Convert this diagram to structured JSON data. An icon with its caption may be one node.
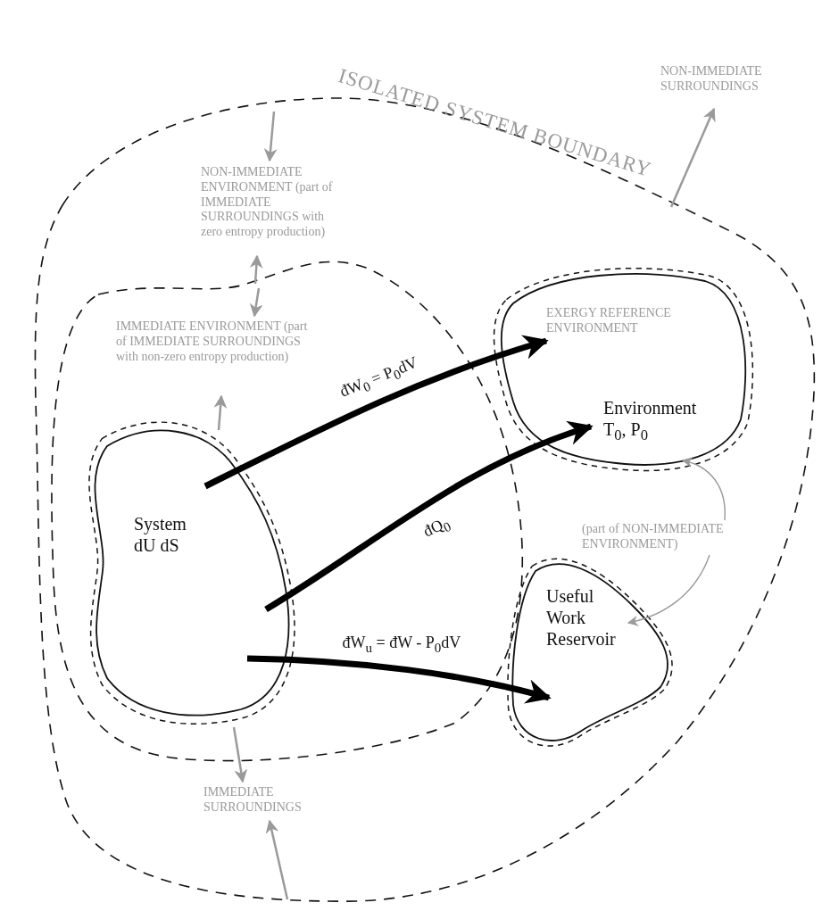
{
  "diagram": {
    "nodes": [
      {
        "text": [
          "ISOLATED SYSTEM BOUNDARY"
        ]
      },
      {
        "text": [
          "NON-IMMEDIATE SURROUNDINGS"
        ]
      },
      {
        "text": [
          "NON-IMMEDIATE ENVIRONMENT (part of IMMEDIATE SURROUNDINGS with zero entropy production)"
        ],
        "in": 0
      },
      {
        "text": [],
        "shape": "cloud",
        "in": 0
      },
      {
        "text": [
          "IMMEDIATE ENVIRONMENT (part of IMMEDIATE SURROUNDINGS with non-zero entropy production)"
        ],
        "in": 3
      },
      {
        "text": [
          "EXERGY REFERENCE ENVIRONMENT",
          "Environment T$_{0}$, P$_{0}$"
        ],
        "in": 0
      },
      {
        "text": [
          "System dU dS"
        ],
        "in": 3
      },
      {
        "text": [
          "(part of NON-IMMEDIATE ENVIRONMENT)"
        ],
        "in": 0
      },
      {
        "text": [
          "Useful Work Reservoir"
        ],
        "in": 0
      },
      {
        "text": [
          "IMMEDIATE SURROUNDINGS"
        ],
        "in": 0
      }
    ],
    "edges": [
      {
        "from": 0,
        "to": 1,
        "arrow": "to"
      },
      {
        "from": 0,
        "to": 2,
        "arrow": "to"
      },
      {
        "from": 3,
        "to": 2,
        "arrow": "to"
      },
      {
        "from": 3,
        "to": 4,
        "arrow": "to"
      },
      {
        "from": 6,
        "to": 4,
        "arrow": "to"
      },
      {
        "from": 6,
        "to": 9,
        "arrow": "to"
      },
      {
        "from": 0,
        "to": 9,
        "arrow": "to"
      },
      {
        "from": 6,
        "to": 5,
        "arrow": "to",
        "style": "thick",
        "color": "#000000",
        "label": "đW$_{0}$ = P$_{0}$dV"
      },
      {
        "from": 6,
        "to": 5,
        "arrow": "to",
        "style": "thick",
        "color": "#000000",
        "label": "đQ$_{0}$"
      },
      {
        "from": 6,
        "to": 8,
        "arrow": "to",
        "style": "thick",
        "color": "#000000",
        "label": "đW$_{u}$ = đW - P$_{0}$dV"
      },
      {
        "from": 7,
        "to": 5,
        "arrow": "to"
      },
      {
        "from": 7,
        "to": 8,
        "arrow": "to"
      }
    ]
  }
}
